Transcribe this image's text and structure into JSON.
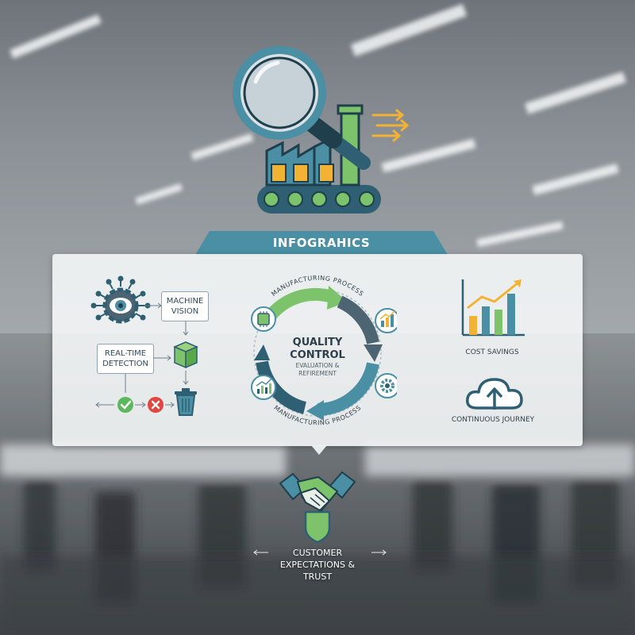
{
  "banner": {
    "title": "INFOGRAHICS"
  },
  "left_flow": {
    "machine_vision": "MACHINE VISION",
    "real_time_detection": "REAL-TIME DETECTION"
  },
  "cycle": {
    "top_label": "MANUFACTURING PROCESS",
    "bottom_label": "MANUFACTURING PROCESS",
    "center_title": "QUALITY CONTROL",
    "center_subtitle": "EVALUATION & REFIREMENT"
  },
  "right_items": {
    "cost_savings": "COST SAVINGS",
    "continuous_journey": "CONTINUOUS JOURNEY"
  },
  "bottom": {
    "customer_label": "CUSTOMER EXPECTATIONS & TRUST"
  },
  "colors": {
    "teal": "#4a8fa3",
    "dark_teal": "#2f5f72",
    "green": "#7cc36b",
    "yellow": "#f2b233",
    "slate": "#4d6472",
    "red": "#e2463f"
  }
}
